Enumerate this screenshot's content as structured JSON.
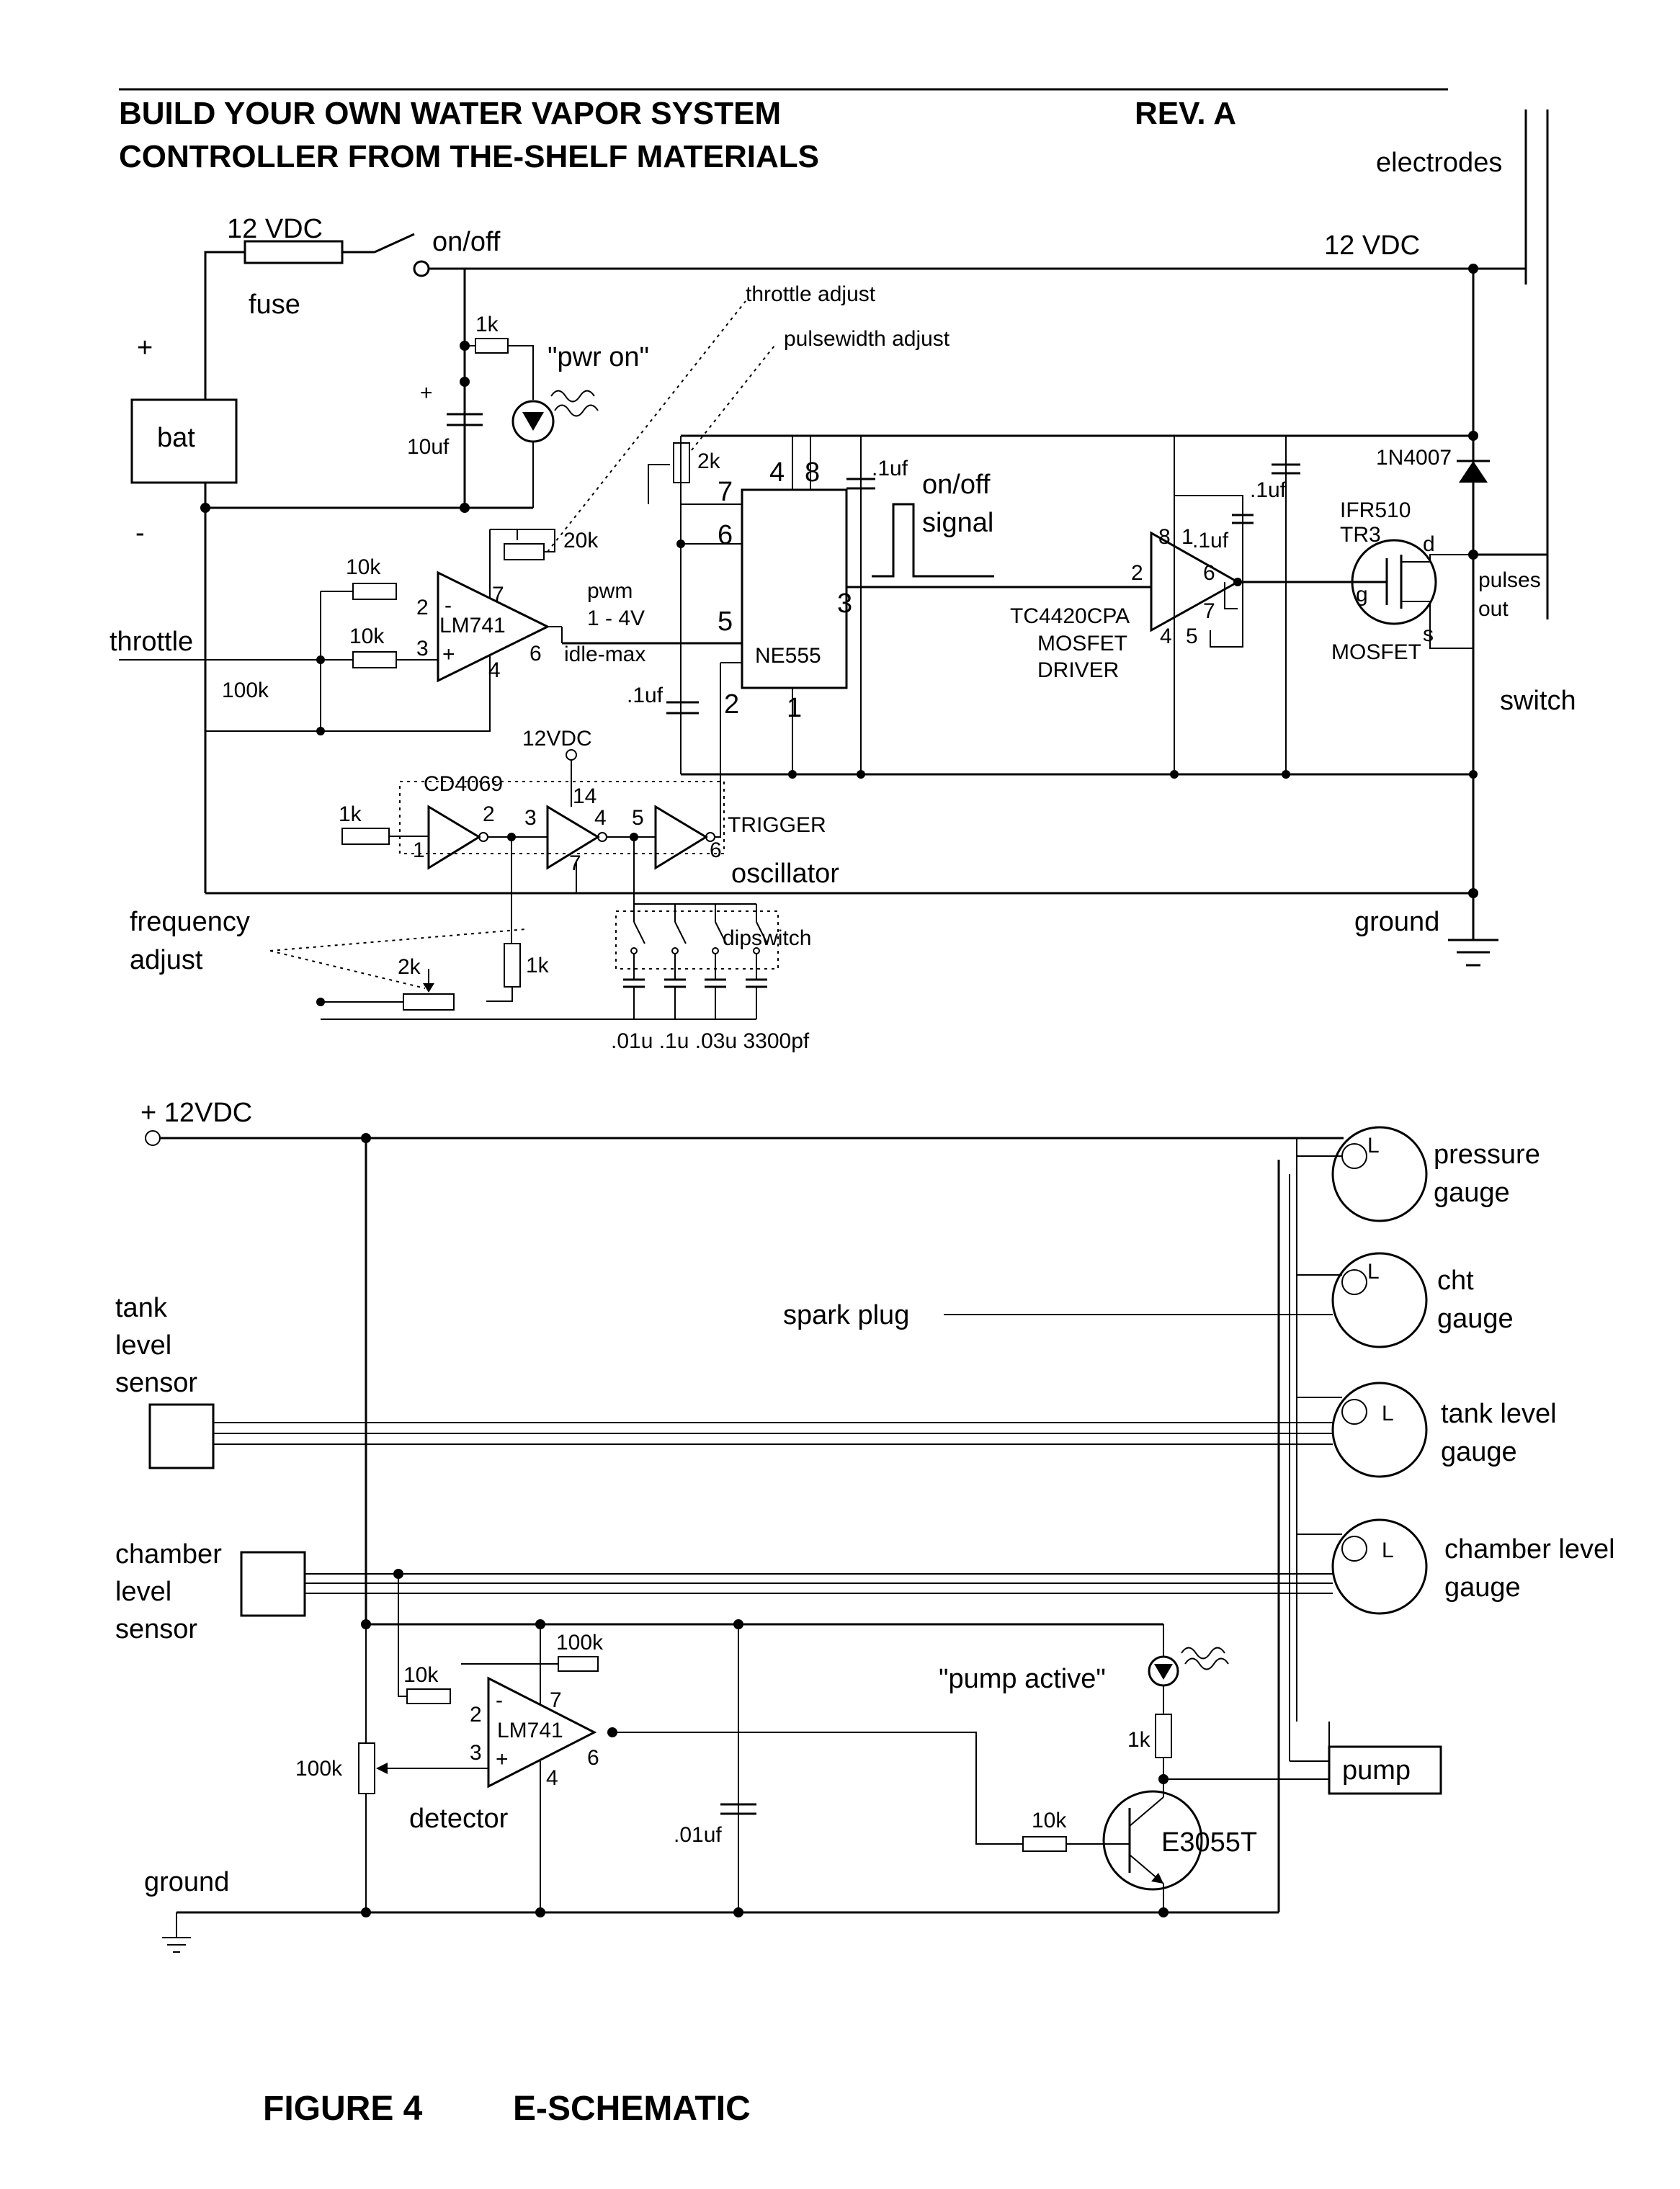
{
  "title": {
    "line1": "BUILD YOUR OWN WATER VAPOR SYSTEM",
    "line2": "CONTROLLER FROM THE-SHELF MATERIALS",
    "rev": "REV. A"
  },
  "top_circuit": {
    "supply_12vdc": "12 VDC",
    "fuse": "fuse",
    "on_off": "on/off",
    "supply_12vdc_right": "12 VDC",
    "electrodes": "electrodes",
    "plus": "+",
    "minus": "-",
    "bat": "bat",
    "r_1k_led": "1k",
    "pwr_on": "\"pwr on\"",
    "cap_plus": "+",
    "cap_10uf": "10uf",
    "throttle_adjust": "throttle adjust",
    "pulsewidth_adjust": "pulsewidth adjust",
    "pot_2k": "2k",
    "pot_20k": "20k",
    "r_10k_a": "10k",
    "r_10k_b": "10k",
    "r_100k": "100k",
    "opamp": "LM741",
    "op_pin_minus": "-",
    "op_pin_plus": "+",
    "op_pin2": "2",
    "op_pin3": "3",
    "op_pin4": "4",
    "op_pin6": "6",
    "op_pin7": "7",
    "throttle": "throttle",
    "pwm": "pwm",
    "pwm_range": "1 - 4V",
    "idle_max": "idle-max",
    "ne555": "NE555",
    "ne_pin4": "4",
    "ne_pin8": "8",
    "ne_pin7": "7",
    "ne_pin6": "6",
    "ne_pin5": "5",
    "ne_pin3": "3",
    "ne_pin2": "2",
    "ne_pin1": "1",
    "cap_1uf_a": ".1uf",
    "cap_1uf_b": ".1uf",
    "cap_1uf_c": ".1uf",
    "cap_1uf_d": ".1uf",
    "on_off_signal_1": "on/off",
    "on_off_signal_2": "signal",
    "driver": "TC4420CPA",
    "driver_label_1": "MOSFET",
    "driver_label_2": "DRIVER",
    "drv_pin8": "8",
    "drv_pin1": "1",
    "drv_pin2": "2",
    "drv_pin6": "6",
    "drv_pin7": "7",
    "drv_pin4": "4",
    "drv_pin5": "5",
    "diode": "1N4007",
    "mosfet_part": "IFR510",
    "mosfet_tr": "TR3",
    "mosfet_d": "d",
    "mosfet_g": "g",
    "mosfet_s": "s",
    "mosfet": "MOSFET",
    "pulses_out_1": "pulses",
    "pulses_out_2": "out",
    "switch": "switch",
    "inv_vcc": "12VDC",
    "cd4069": "CD4069",
    "inv_pin1": "1",
    "inv_pin2": "2",
    "inv_pin3": "3",
    "inv_pin4": "4",
    "inv_pin5": "5",
    "inv_pin6": "6",
    "inv_pin7": "7",
    "inv_pin14": "14",
    "trigger": "TRIGGER",
    "oscillator": "oscillator",
    "r_1k_osc": "1k",
    "frequency_1": "frequency",
    "frequency_2": "adjust",
    "pot_2k_osc": "2k",
    "r_1k_osc2": "1k",
    "dipswitch": "dipswitch",
    "caps": ".01u .1u .03u 3300pf",
    "ground": "ground"
  },
  "bottom_circuit": {
    "supply": "+ 12VDC",
    "pressure_1": "pressure",
    "pressure_2": "gauge",
    "cht_1": "cht",
    "cht_2": "gauge",
    "tank_gauge_1": "tank level",
    "tank_gauge_2": "gauge",
    "chamber_gauge_1": "chamber level",
    "chamber_gauge_2": "gauge",
    "gauge_L1": "L",
    "gauge_L2": "L",
    "gauge_L3": "L",
    "gauge_L4": "L",
    "spark_plug": "spark plug",
    "tank_sensor_1": "tank",
    "tank_sensor_2": "level",
    "tank_sensor_3": "sensor",
    "chamber_sensor_1": "chamber",
    "chamber_sensor_2": "level",
    "chamber_sensor_3": "sensor",
    "r_100k_fb": "100k",
    "r_10k_in": "10k",
    "opamp": "LM741",
    "op_pin2": "2",
    "op_pin3": "3",
    "op_pin4": "4",
    "op_pin6": "6",
    "op_pin7": "7",
    "op_minus": "-",
    "op_plus": "+",
    "pot_100k": "100k",
    "detector": "detector",
    "cap_01uf": ".01uf",
    "pump_active": "\"pump active\"",
    "r_1k": "1k",
    "r_10k_base": "10k",
    "transistor": "E3055T",
    "pump": "pump",
    "ground": "ground"
  },
  "caption": {
    "figure": "FIGURE 4",
    "name": "E-SCHEMATIC"
  }
}
